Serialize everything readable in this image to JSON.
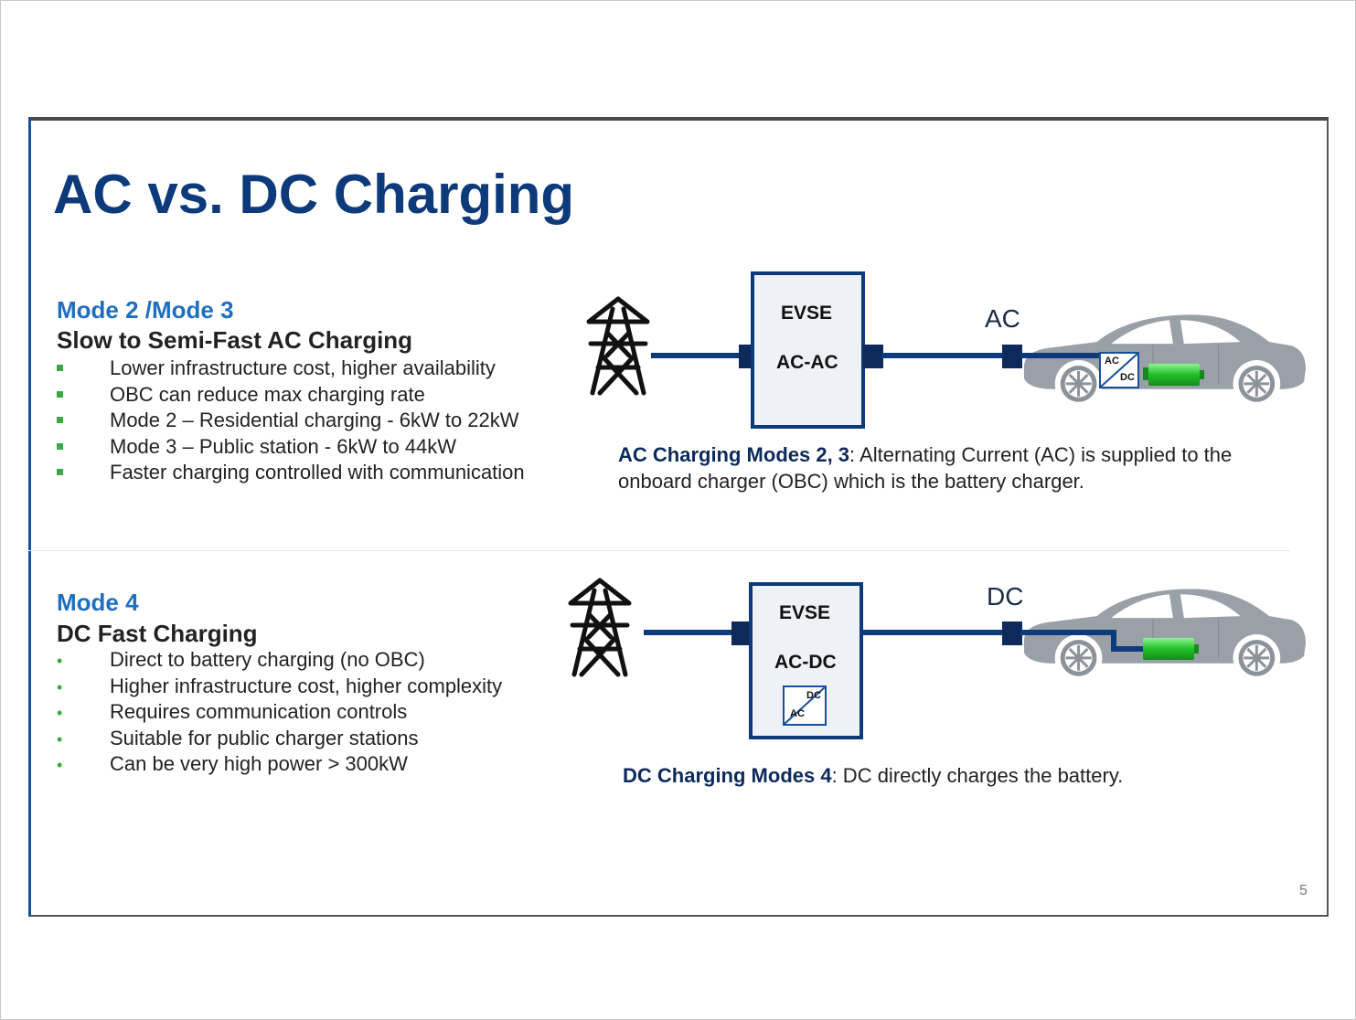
{
  "title": "AC vs. DC Charging",
  "ac_section": {
    "mode": "Mode 2 /Mode 3",
    "subtitle": "Slow to Semi-Fast AC Charging",
    "bullets": [
      "Lower infrastructure cost, higher availability",
      "OBC can reduce max charging rate",
      "Mode 2 – Residential charging - 6kW to 22kW",
      "Mode 3 – Public station - 6kW to 44kW",
      "Faster charging controlled with communication"
    ],
    "evse_label": "EVSE",
    "evse_type": "AC-AC",
    "current_label": "AC",
    "converter_top": "AC",
    "converter_bottom": "DC",
    "caption_bold": "AC Charging Modes 2, 3",
    "caption_text": ": Alternating Current (AC) is supplied to the onboard charger (OBC) which is the battery charger."
  },
  "dc_section": {
    "mode": "Mode 4",
    "subtitle": "DC Fast Charging",
    "bullets": [
      "Direct to battery charging (no OBC)",
      "Higher infrastructure cost, higher complexity",
      "Requires communication controls",
      "Suitable for public charger stations",
      "Can be very high power > 300kW"
    ],
    "evse_label": "EVSE",
    "evse_type": "AC-DC",
    "current_label": "DC",
    "converter_top": "DC",
    "converter_bottom": "AC",
    "caption_bold": "DC Charging Modes 4",
    "caption_text": ": DC directly charges the battery."
  },
  "page_number": "5",
  "colors": {
    "title": "#0d3a7a",
    "mode_heading": "#1f6fc0",
    "bullet": "#3aa845",
    "cable": "#0d3a7a",
    "car": "#9aa0a8",
    "battery": "#2ecc40"
  },
  "icons": [
    "power-tower-icon",
    "car-icon",
    "battery-icon",
    "converter-icon"
  ]
}
